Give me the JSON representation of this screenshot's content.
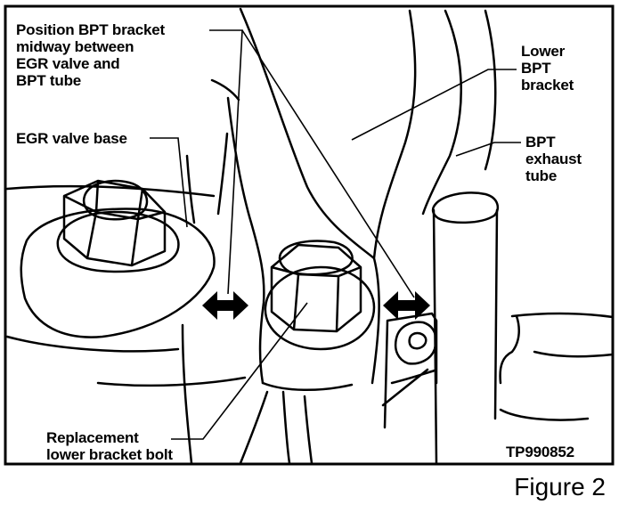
{
  "labels": {
    "position_note": "Position BPT bracket\nmidway between\nEGR valve and\nBPT tube",
    "egr_valve_base": "EGR valve base",
    "lower_bpt_bracket": "Lower\nBPT\nbracket",
    "bpt_exhaust_tube": "BPT\nexhaust\ntube",
    "replacement_bolt": "Replacement\nlower bracket bolt",
    "figure_code": "TP990852"
  },
  "caption": "Figure 2",
  "colors": {
    "ink": "#000000",
    "paper": "#ffffff"
  }
}
